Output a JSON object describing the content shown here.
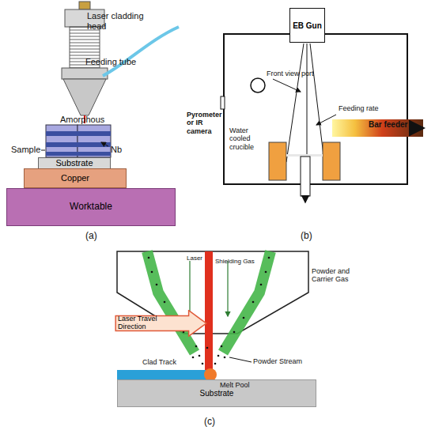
{
  "diagram": {
    "nodes": [
      {
        "text": [
          "Substrate"
        ]
      },
      {
        "text": [
          "Copper"
        ]
      },
      {
        "text": [
          "Worktable"
        ]
      },
      {
        "text": [
          "EB Gun"
        ]
      },
      {
        "text": [
          "Laser Travel Direction"
        ]
      },
      {
        "text": [
          "Substrate"
        ]
      }
    ],
    "labels": [
      "Laser cladding head",
      "Feeding tube",
      "Amorphous",
      "Sample",
      "Nb",
      "(a)",
      "Front view port",
      "Pyrometer or IR camera",
      "Feeding rate",
      "Bar feeder",
      "Water cooled crucible",
      "(b)",
      "Laser",
      "Shielding Gas",
      "Powder and Carrier Gas",
      "Powder Stream",
      "Clad Track",
      "Melt Pool",
      "(c)"
    ]
  }
}
